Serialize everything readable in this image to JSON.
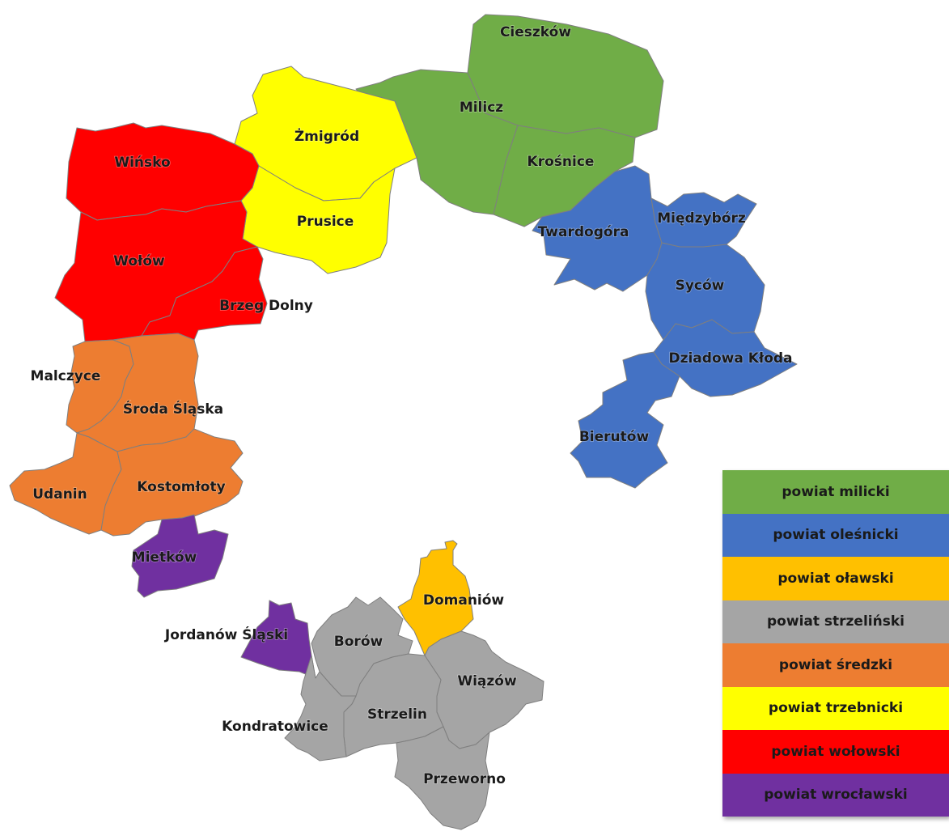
{
  "colors": {
    "milicki": "#70ad47",
    "olesnicki": "#4472c4",
    "olawski": "#ffc000",
    "strzelinski": "#a5a5a5",
    "sredzki": "#ed7d31",
    "trzebnicki": "#ffff00",
    "wolowski": "#ff0000",
    "wroclawski": "#7030a0",
    "border": "#7f7f7f"
  },
  "labels": {
    "cieszkow": "Cieszków",
    "milicz": "Milicz",
    "krosnice": "Krośnice",
    "zmigrod": "Żmigród",
    "prusice": "Prusice",
    "winsko": "Wińsko",
    "wolow": "Wołów",
    "brzeg_dolny": "Brzeg Dolny",
    "twardogora": "Twardogóra",
    "miedzyborz": "Międzybórz",
    "sycow": "Syców",
    "dziadowa_kloda": "Dziadowa Kłoda",
    "bierutow": "Bierutów",
    "malczyce": "Malczyce",
    "sroda_slaska": "Środa Śląska",
    "udanin": "Udanin",
    "kostomloty": "Kostomłoty",
    "mietkow": "Mietków",
    "jordanow_slaski": "Jordanów Śląski",
    "domaniow": "Domaniów",
    "borow": "Borów",
    "wiazow": "Wiązów",
    "strzelin": "Strzelin",
    "kondratowice": "Kondratowice",
    "przeworno": "Przeworno"
  },
  "legend": [
    {
      "label": "powiat milicki",
      "color": "#70ad47"
    },
    {
      "label": "powiat oleśnicki",
      "color": "#4472c4"
    },
    {
      "label": "powiat oławski",
      "color": "#ffc000"
    },
    {
      "label": "powiat strzeliński",
      "color": "#a5a5a5"
    },
    {
      "label": "powiat średzki",
      "color": "#ed7d31"
    },
    {
      "label": "powiat trzebnicki",
      "color": "#ffff00"
    },
    {
      "label": "powiat wołowski",
      "color": "#ff0000"
    },
    {
      "label": "powiat wrocławski",
      "color": "#7030a0"
    }
  ]
}
